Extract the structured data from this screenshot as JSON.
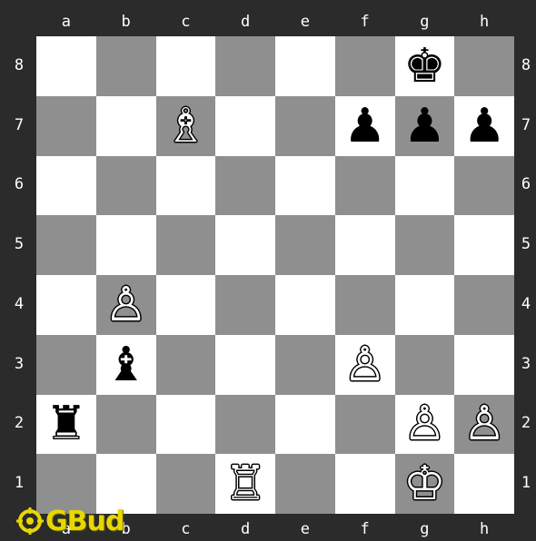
{
  "board": {
    "files": [
      "a",
      "b",
      "c",
      "d",
      "e",
      "f",
      "g",
      "h"
    ],
    "ranks": [
      "8",
      "7",
      "6",
      "5",
      "4",
      "3",
      "2",
      "1"
    ],
    "colors": {
      "light": "#ffffff",
      "dark": "#8f8f8f",
      "frame": "#2b2b2b"
    },
    "pieces": [
      {
        "square": "g8",
        "color": "black",
        "type": "king",
        "glyph": "♚"
      },
      {
        "square": "c7",
        "color": "white",
        "type": "bishop",
        "glyph": "♗"
      },
      {
        "square": "f7",
        "color": "black",
        "type": "pawn",
        "glyph": "♟"
      },
      {
        "square": "g7",
        "color": "black",
        "type": "pawn",
        "glyph": "♟"
      },
      {
        "square": "h7",
        "color": "black",
        "type": "pawn",
        "glyph": "♟"
      },
      {
        "square": "b4",
        "color": "white",
        "type": "pawn",
        "glyph": "♙"
      },
      {
        "square": "b3",
        "color": "black",
        "type": "bishop",
        "glyph": "♝"
      },
      {
        "square": "f3",
        "color": "white",
        "type": "pawn",
        "glyph": "♙"
      },
      {
        "square": "a2",
        "color": "black",
        "type": "rook",
        "glyph": "♜"
      },
      {
        "square": "g2",
        "color": "white",
        "type": "pawn",
        "glyph": "♙"
      },
      {
        "square": "h2",
        "color": "white",
        "type": "pawn",
        "glyph": "♙"
      },
      {
        "square": "d1",
        "color": "white",
        "type": "rook",
        "glyph": "♖"
      },
      {
        "square": "g1",
        "color": "white",
        "type": "king",
        "glyph": "♔"
      }
    ]
  },
  "logo": {
    "text": "GBud",
    "color": "#e6d800",
    "icon": "crosshair-target-icon"
  }
}
